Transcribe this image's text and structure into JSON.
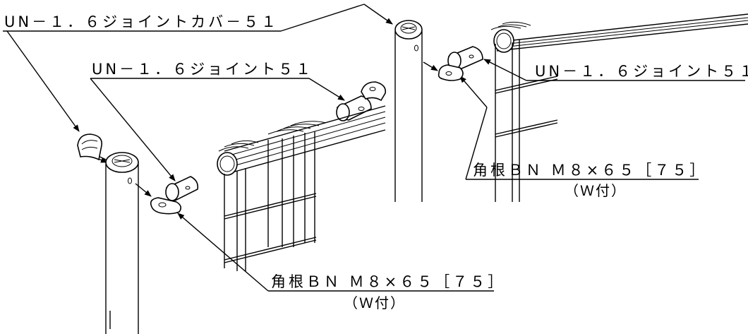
{
  "labels": {
    "joint_cover": "UN－１．６ジョイントカバ－５１",
    "joint_left": "UN－１．６ジョイント５１",
    "joint_right": "UN－１．６ジョイント５１",
    "bolt_right": "角根ＢＮ Ｍ８×６５［７５］",
    "bolt_right_note": "（Ｗ付）",
    "bolt_bottom": "角根ＢＮ Ｍ８×６５［７５］",
    "bolt_bottom_note": "（Ｗ付）"
  }
}
